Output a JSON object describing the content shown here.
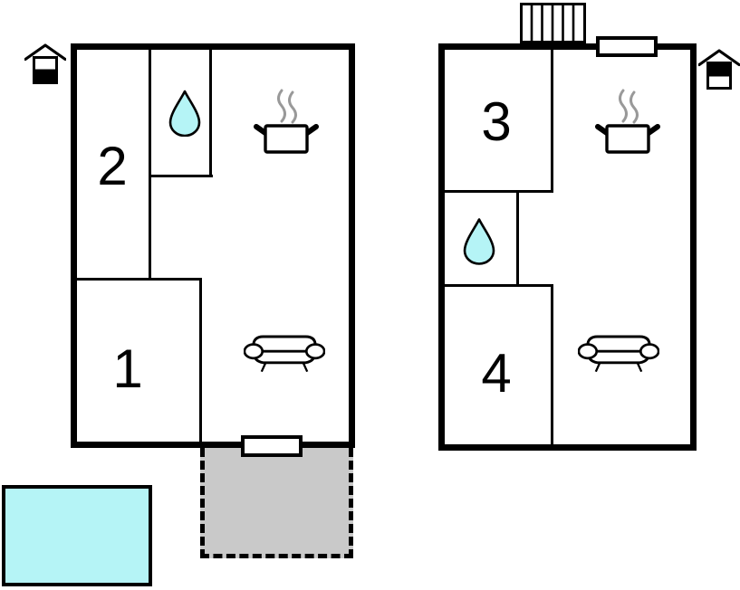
{
  "diagram": {
    "type": "floor-plan",
    "floors": [
      {
        "name": "first-floor-plan",
        "room_labels": [
          "2",
          "1"
        ],
        "features": [
          "water-drop-icon (bathroom)",
          "cooking-pot-icon (kitchen)",
          "sofa-icon (living room)",
          "entrance-door",
          "terrace (dashed outline)",
          "pool",
          "house-orientation-icon (lower half filled)"
        ]
      },
      {
        "name": "second-floor-plan",
        "room_labels": [
          "3",
          "4"
        ],
        "features": [
          "stairs-icon",
          "window",
          "water-drop-icon (bathroom)",
          "cooking-pot-icon (kitchen)",
          "sofa-icon (living room)",
          "house-orientation-icon (upper half filled)"
        ]
      }
    ]
  },
  "colors": {
    "wall": "#000000",
    "water": "#b5f4f6",
    "terrace": "#c9c9c9",
    "steam": "#999999",
    "background": "#ffffff"
  }
}
